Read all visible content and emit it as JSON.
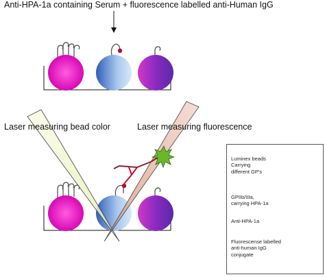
{
  "header": {
    "title": "Anti-HPA-1a containing Serum + fluorescence labelled anti-Human IgG"
  },
  "lasers": {
    "bead_color_label": "Laser measuring bead color",
    "fluorescence_label": "Laser measuring fluorescence"
  },
  "legend": {
    "items": [
      {
        "label_lines": [
          "Luminex beads",
          "Carrying",
          "different GP's"
        ],
        "icon": "purple-bead-icon"
      },
      {
        "label_lines": [
          "GPIIb/IIIa,",
          "carrying HPA-1a"
        ],
        "icon": "glycoprotein-icon"
      },
      {
        "label_lines": [
          "Anti-HPA-1a"
        ],
        "icon": "antibody-icon"
      },
      {
        "label_lines": [
          "Fluorescense labelled",
          "anti-human IgG",
          "conjugate"
        ],
        "icon": "fluorescent-conjugate-icon"
      }
    ]
  },
  "colors": {
    "pink_bead": "#e01fbf",
    "blue_bead": "#4a78c8",
    "purple_bead": "#9a2fc0",
    "antibody_red": "#c8102e",
    "conjugate_red": "#8a2030",
    "green_star": "#6ab82a",
    "laser_left": "#eef3c8",
    "laser_right": "#e8b8a8"
  }
}
